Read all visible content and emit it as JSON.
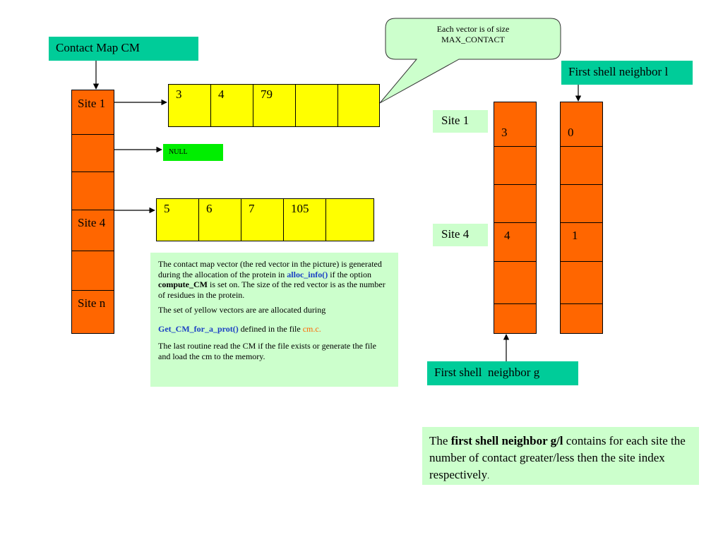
{
  "contact_map_label": "Contact Map CM",
  "site_column": [
    {
      "label": "Site 1"
    },
    {
      "label": ""
    },
    {
      "label": ""
    },
    {
      "label": "Site 4"
    },
    {
      "label": ""
    },
    {
      "label": "Site n"
    }
  ],
  "yellow_vector_1": [
    "3",
    "4",
    "79",
    "",
    ""
  ],
  "null_label": "NULL",
  "yellow_vector_2": [
    "5",
    "6",
    "7",
    "105",
    ""
  ],
  "callout": {
    "line1": "Each vector is of size",
    "line2": "MAX_CONTACT"
  },
  "description": {
    "p1_a": "The contact map vector (the red vector in the picture) is generated during the allocation of the protein in ",
    "p1_func": "alloc_info()",
    "p1_b": " if the option ",
    "p1_option": "compute_CM",
    "p1_c": " is set on.  The size of the red vector is as the number of residues in the protein.",
    "p2": "The set of yellow vectors are are allocated during",
    "p3_func": "Get_CM_for_a_prot()",
    "p3_mid": " defined in the file ",
    "p3_file": "cm.c.",
    "p4": "The last routine read the CM if the file exists or generate the file and load the cm to the memory."
  },
  "right_panel": {
    "site1_label": "Site 1",
    "site4_label": "Site 4",
    "neighbor_g_values": [
      "3",
      "",
      "",
      "4",
      "",
      ""
    ],
    "neighbor_l_values": [
      "0",
      "",
      "",
      "1",
      "",
      ""
    ],
    "first_shell_l_label": "First shell neighbor l",
    "first_shell_g_label": "First shell  neighbor g"
  },
  "bottom_note": {
    "prefix": "The ",
    "bold": "first shell neighbor g/l",
    "suffix": " contains for each site the number of contact greater/less  then the site index respectively",
    "end": "."
  },
  "colors": {
    "teal": "#00cc99",
    "orange": "#ff6600",
    "yellow": "#ffff00",
    "light_green": "#ccffcc",
    "null_green": "#00ee00"
  }
}
